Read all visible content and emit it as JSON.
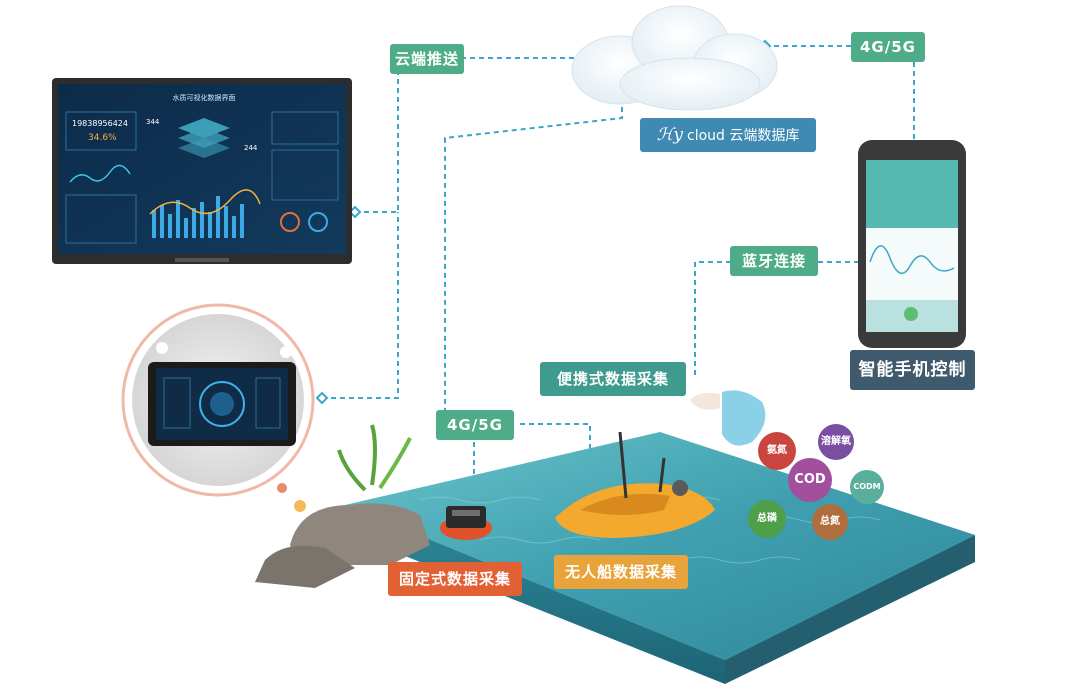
{
  "labels": {
    "cloud_push": "云端推送",
    "net_top": "4G/5G",
    "net_bottom": "4G/5G",
    "cloud_brand": "cloud",
    "cloud_db": "云端数据库",
    "bluetooth": "蓝牙连接",
    "portable": "便携式数据采集",
    "phone_control": "智能手机控制",
    "fixed": "固定式数据采集",
    "boat": "无人船数据采集"
  },
  "parameters": [
    {
      "label": "氨氮",
      "color": "#c8463f"
    },
    {
      "label": "溶解氧",
      "color": "#7a4ea0"
    },
    {
      "label": "COD",
      "color": "#a24f9e"
    },
    {
      "label": "CODM",
      "color": "#5aae9c"
    },
    {
      "label": "总磷",
      "color": "#4e9e4a"
    },
    {
      "label": "总氮",
      "color": "#b06e3c"
    }
  ],
  "monitor": {
    "title": "水质可视化数据界面",
    "number_main": "19838956424",
    "percent": "34.6%",
    "side_a": "344",
    "side_b": "244"
  },
  "colors": {
    "dash_line": "#3aa6c9",
    "water_top": "#47a8b4",
    "water_side": "#2e7f8f"
  }
}
